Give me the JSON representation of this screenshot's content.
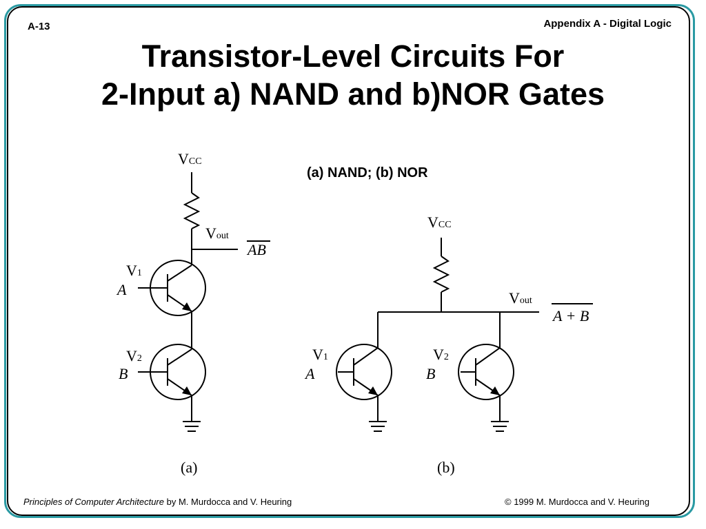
{
  "header": {
    "slide_number": "A-13",
    "appendix_title": "Appendix A - Digital Logic"
  },
  "title": {
    "line1": "Transistor-Level Circuits For",
    "line2": "2-Input a) NAND and b)NOR Gates"
  },
  "figure_caption": "(a) NAND;  (b) NOR",
  "nand": {
    "vcc": "V",
    "vcc_sub": "CC",
    "vout": "V",
    "vout_sub": "out",
    "output_expr": "AB",
    "v1": "V",
    "v1_sub": "1",
    "input_a": "A",
    "v2": "V",
    "v2_sub": "2",
    "input_b": "B",
    "label": "(a)"
  },
  "nor": {
    "vcc": "V",
    "vcc_sub": "CC",
    "vout": "V",
    "vout_sub": "out",
    "output_expr": "A + B",
    "v1": "V",
    "v1_sub": "1",
    "input_a": "A",
    "v2": "V",
    "v2_sub": "2",
    "input_b": "B",
    "label": "(b)"
  },
  "footer": {
    "book_title": "Principles of Computer Architecture",
    "authors": " by M. Murdocca and V. Heuring",
    "copyright": "© 1999 M. Murdocca and V. Heuring"
  }
}
